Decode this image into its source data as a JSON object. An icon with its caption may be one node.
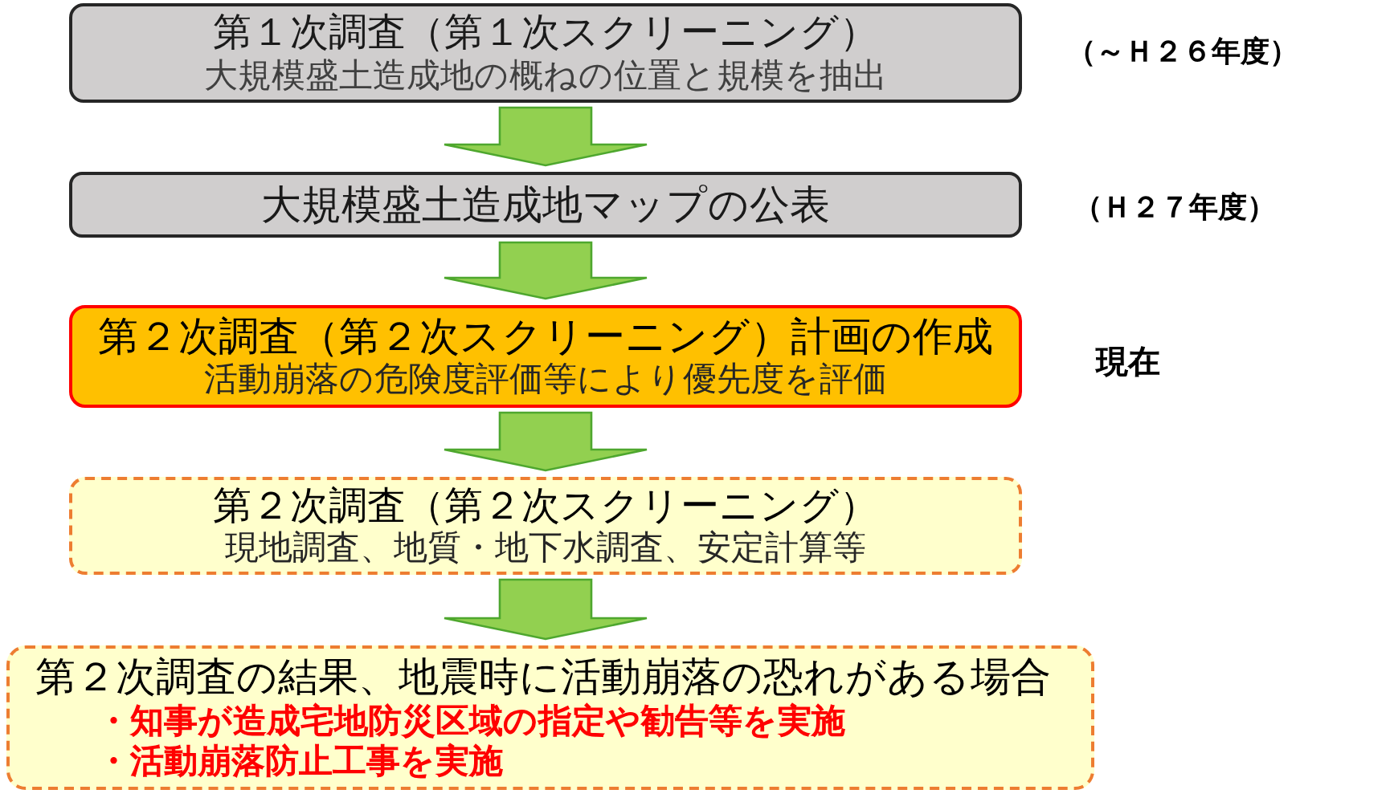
{
  "diagram": {
    "nodes": [
      {
        "text": [
          "第１次調査（第１次スクリーニング）",
          "大規模盛土造成地の概ねの位置と規模を抽出"
        ],
        "beside": [
          "（～Ｈ２６年度）"
        ]
      },
      {
        "text": [
          "大規模盛土造成地マップの公表"
        ],
        "beside": [
          "（Ｈ２７年度）"
        ]
      },
      {
        "text": [
          "第２次調査（第２次スクリーニング）計画の作成",
          "活動崩落の危険度評価等により優先度を評価"
        ],
        "beside": [
          "現在"
        ]
      },
      {
        "text": [
          "第２次調査（第２次スクリーニング）",
          "現地調査、地質・地下水調査、安定計算等"
        ]
      },
      {
        "text": [
          "第２次調査の結果、地震時に活動崩落の恐れがある場合",
          "・知事が造成宅地防災区域の指定や勧告等を実施",
          "・活動崩落防止工事を実施"
        ]
      }
    ],
    "edges": [
      {
        "from": 0,
        "to": 1,
        "arrow": "to"
      },
      {
        "from": 1,
        "to": 2,
        "arrow": "to"
      },
      {
        "from": 2,
        "to": 3,
        "arrow": "to"
      },
      {
        "from": 3,
        "to": 4,
        "arrow": "to"
      }
    ]
  }
}
